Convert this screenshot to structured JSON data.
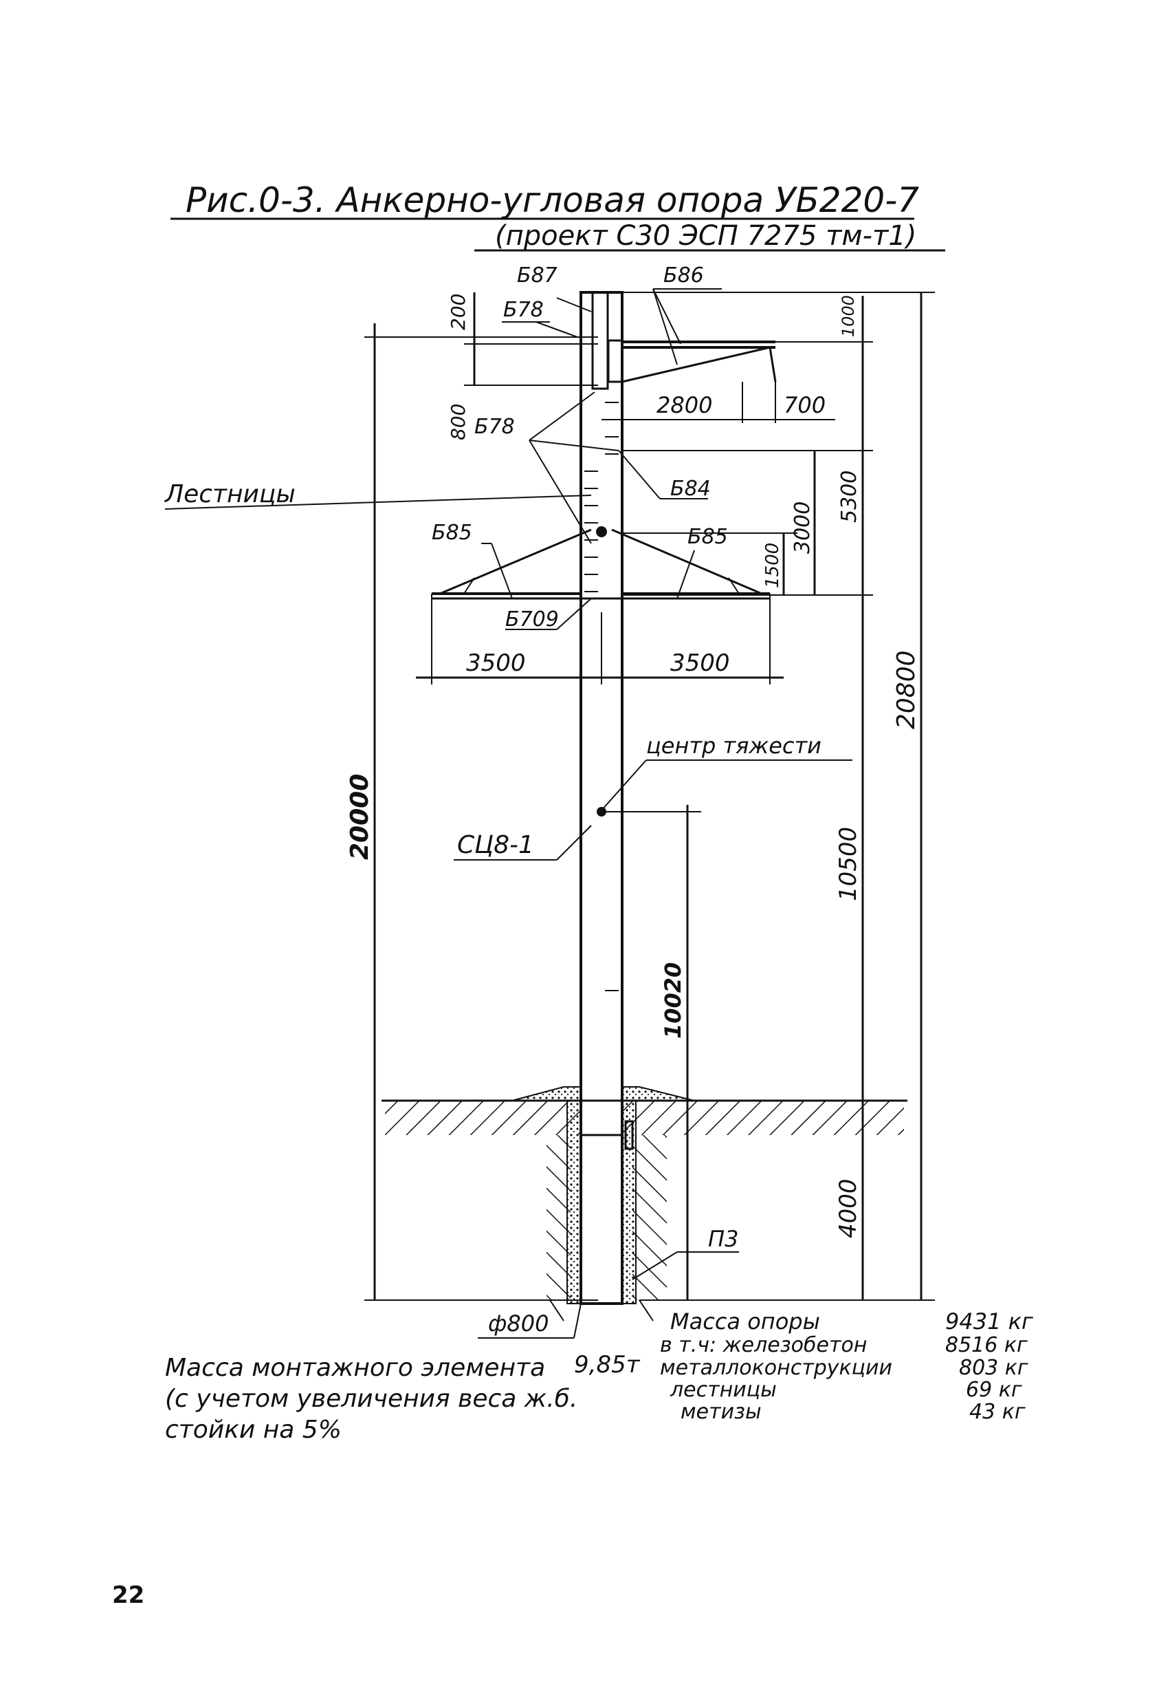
{
  "header": {
    "title": "Рис.0-3. Анкерно-угловая опора УБ220-7",
    "subtitle": "(проект С30 ЭСП 7275 тм-т1)"
  },
  "labels": {
    "b87": "Б87",
    "b86": "Б86",
    "b78_top": "Б78",
    "b78_mid": "Б78",
    "b84": "Б84",
    "b85_left": "Б85",
    "b85_right": "Б85",
    "b709": "Б709",
    "ladders": "Лестницы",
    "center_gravity": "центр тяжести",
    "stand": "СЦ8-1",
    "p3": "П3",
    "diameter": "ф800"
  },
  "dimensions": {
    "d200": "200",
    "d800": "800",
    "d1000": "1000",
    "d2800": "2800",
    "d700": "700",
    "d5300": "5300",
    "d3000": "3000",
    "d1500": "1500",
    "d3500_left": "3500",
    "d3500_right": "3500",
    "d20000": "20000",
    "d20800": "20800",
    "d10500": "10500",
    "d10020": "10020",
    "d4000": "4000"
  },
  "mass_note": {
    "line1": "Масса монтажного элемента",
    "value": "9,85т",
    "line2": "(с учетом увеличения веса ж.б.",
    "line3": "стойки на 5%"
  },
  "mass_table": [
    {
      "label": "Масса опоры",
      "value": "9431 кг"
    },
    {
      "label": "в т.ч: железобетон",
      "value": "8516 кг"
    },
    {
      "label": "металлоконструкции",
      "value": "803 кг"
    },
    {
      "label": "лестницы",
      "value": "69 кг"
    },
    {
      "label": "метизы",
      "value": "43 кг"
    }
  ],
  "page_number": "22"
}
